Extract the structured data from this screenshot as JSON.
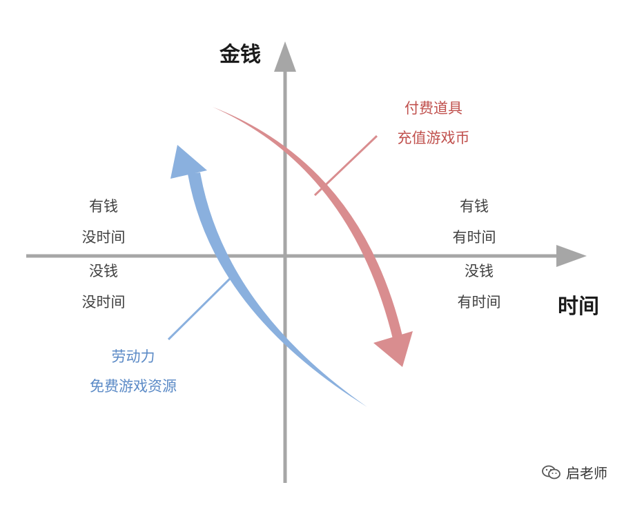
{
  "axes": {
    "y_title": "金钱",
    "x_title": "时间"
  },
  "quadrants": {
    "top_left": [
      "有钱",
      "没时间"
    ],
    "bottom_left": [
      "没钱",
      "没时间"
    ],
    "top_right": [
      "有钱",
      "有时间"
    ],
    "bottom_right": [
      "没钱",
      "有时间"
    ]
  },
  "callouts": {
    "red": [
      "付费道具",
      "充值游戏币"
    ],
    "blue": [
      "劳动力",
      "免费游戏资源"
    ]
  },
  "watermark": {
    "text": "启老师",
    "icon": "wechat-icon"
  },
  "colors": {
    "axis": "#a6a6a6",
    "red_arrow": "#d98d8f",
    "blue_arrow": "#8ab0de",
    "red_text": "#c0504d",
    "blue_text": "#5b8ac6"
  }
}
